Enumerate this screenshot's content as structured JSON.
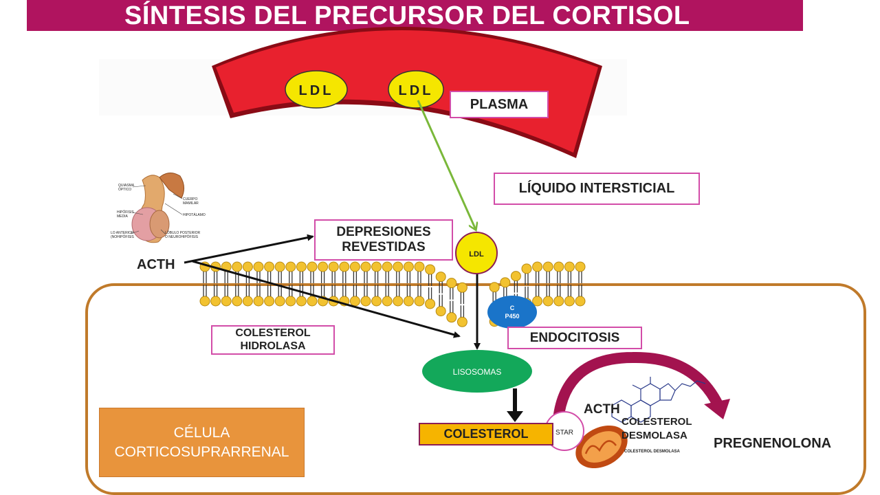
{
  "title": "SÍNTESIS DEL PRECURSOR DEL CORTISOL",
  "labels": {
    "ldl_1": "LDL",
    "ldl_2": "LDL",
    "plasma": "PLASMA",
    "liquido": "LÍQUIDO INTERSTICIAL",
    "depresiones_1": "DEPRESIONES",
    "depresiones_2": "REVESTIDAS",
    "ldl_small": "LDL",
    "acth_1": "ACTH",
    "c_p450_1": "C",
    "c_p450_2": "P450",
    "colesterol_hidrolasa_1": "COLESTEROL",
    "colesterol_hidrolasa_2": "HIDROLASA",
    "endocitosis": "ENDOCITOSIS",
    "lisosomas": "LISOSOMAS",
    "acth_2": "ACTH",
    "colesterol_desmolasa_1": "COLESTEROL",
    "colesterol_desmolasa_2": "DESMOLASA",
    "colesterol_desmolasa_small": "COLESTEROL DESMOLASA",
    "star": "STAR",
    "colesterol": "COLESTEROL",
    "pregnenolona": "PREGNENOLONA",
    "celula_1": "CÉLULA",
    "celula_2": "CORTICOSUPRARRENAL"
  },
  "pituitary_labels": {
    "quiasma_1": "QUIASMA",
    "quiasma_2": "ÓPTICO",
    "cuerpo_1": "CUERPO",
    "cuerpo_2": "MAMILAR",
    "hipofisis_1": "HIPÓFISIS",
    "hipofisis_2": "MEDIA",
    "hipotalamo": "HIPOTÁLAMO",
    "lobulo_ant_1": "LO ANTERIOR",
    "lobulo_ant_2": "(NOHIPÓFISIS",
    "lobulo_post_1": "LÓBULO POSTERIOR",
    "lobulo_post_2": "O NEUROHIPÓFISIS"
  },
  "colors": {
    "title_bg": "#b0145f",
    "vessel": "#e8212e",
    "ldl_fill": "#f5e600",
    "box_border": "#d24ca8",
    "cell_outline": "#c07a2a",
    "cell_box": "#e8943c",
    "lisosomas": "#13a85a",
    "cp450": "#1a74c9",
    "colesterol_fill": "#f6b400",
    "arrow_green": "#7ab83a",
    "curved_arrow": "#a3134f"
  }
}
